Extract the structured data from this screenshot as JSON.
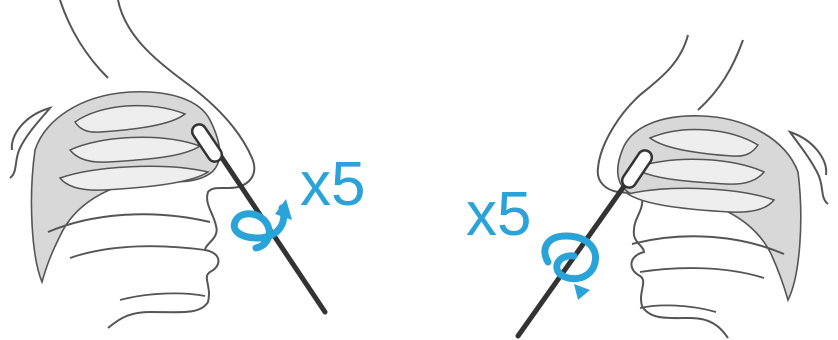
{
  "panels": [
    {
      "side": "left-nostril",
      "rotation_count": "x5"
    },
    {
      "side": "right-nostril",
      "rotation_count": "x5"
    }
  ],
  "colors": {
    "accent": "#2aa3d8",
    "outline": "#555555",
    "tissue": "#d8d8d8",
    "swab": "#333333"
  },
  "icons": {
    "rotation": "circular-arrow-icon",
    "swab": "nasal-swab-icon"
  }
}
